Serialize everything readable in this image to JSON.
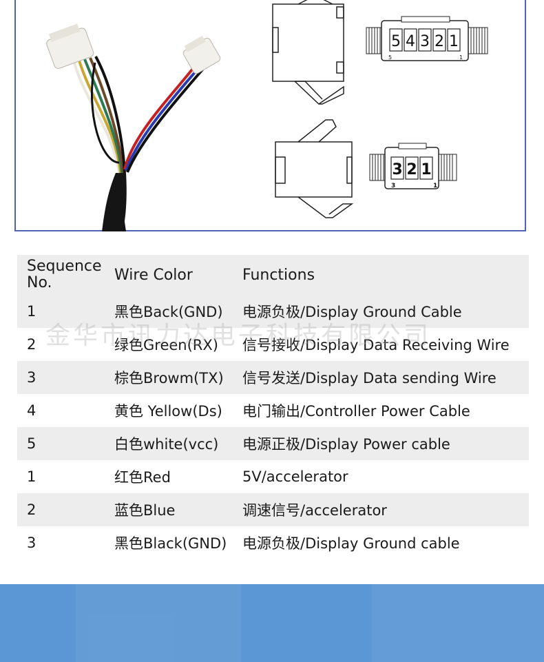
{
  "connectors": {
    "five_pin": {
      "pins": [
        "5",
        "4",
        "3",
        "2",
        "1"
      ],
      "left_label": "5",
      "right_label": "1"
    },
    "three_pin": {
      "pins": [
        "3",
        "2",
        "1"
      ],
      "left_label": "3",
      "right_label": "1"
    }
  },
  "table": {
    "headers": {
      "sequence": "Sequence No.",
      "wire_color": "Wire Color",
      "functions": "Functions"
    },
    "rows": [
      {
        "seq": "1",
        "color": "黑色Back(GND)",
        "function": "电源负极/Display Ground Cable"
      },
      {
        "seq": "2",
        "color": "绿色Green(RX)",
        "function": "信号接收/Display Data Receiving Wire"
      },
      {
        "seq": "3",
        "color": "棕色Browm(TX)",
        "function": "信号发送/Display Data sending Wire"
      },
      {
        "seq": "4",
        "color": "黄色 Yellow(Ds)",
        "function": "电门输出/Controller Power Cable"
      },
      {
        "seq": "5",
        "color": "白色white(vcc)",
        "function": "电源正极/Display Power cable"
      },
      {
        "seq": "1",
        "color": "红色Red",
        "function": "5V/accelerator"
      },
      {
        "seq": "2",
        "color": "蓝色Blue",
        "function": "调速信号/accelerator"
      },
      {
        "seq": "3",
        "color": "黑色Black(GND)",
        "function": "电源负极/Display Ground cable"
      }
    ]
  },
  "watermark": "金华市讯力达电子科技有限公司",
  "colors": {
    "frame_border": "#4f63b6",
    "row_alt": "#ededed",
    "band": "#5b97d4"
  }
}
